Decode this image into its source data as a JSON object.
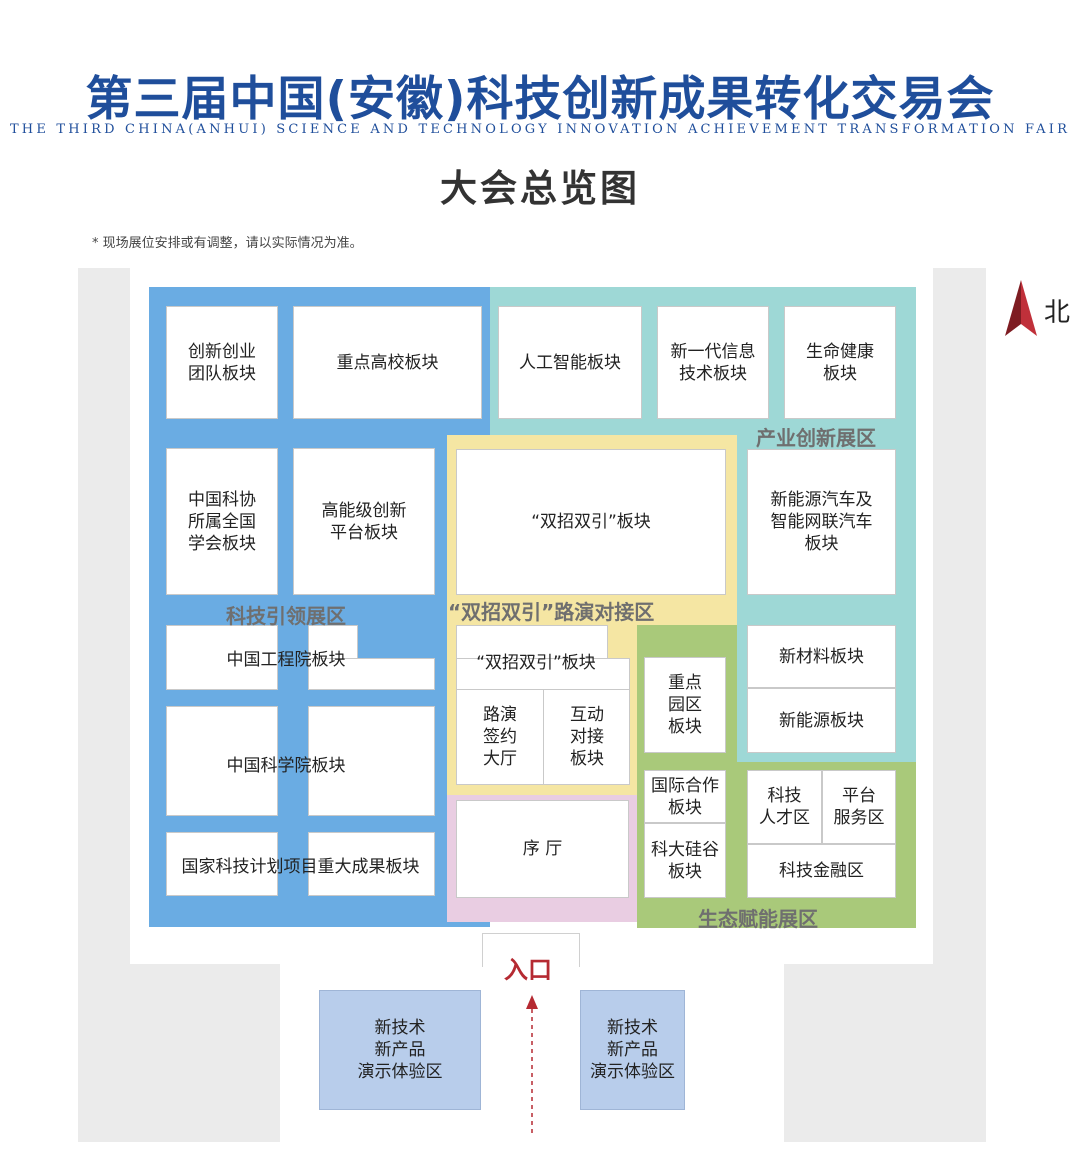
{
  "header": {
    "title": "第三届中国(安徽)科技创新成果转化交易会",
    "subtitle": "THE THIRD CHINA(ANHUI) SCIENCE AND TECHNOLOGY INNOVATION ACHIEVEMENT TRANSFORMATION FAIR",
    "map_title": "大会总览图",
    "note": "* 现场展位安排或有调整，请以实际情况为准。"
  },
  "compass": {
    "label": "北",
    "icon": "north-arrow-icon"
  },
  "colors": {
    "blue_zone": "#6aace3",
    "teal_zone": "#9ed8d6",
    "yellow_zone": "#f5e6a3",
    "pink_zone": "#e9cde2",
    "green_zone": "#a9c97a",
    "demo_area": "#b8cdeb",
    "title": "#1f4e9b",
    "entrance": "#b52a32"
  },
  "zones": {
    "tech_lead": "科技引领展区",
    "industry_innovation": "产业创新展区",
    "roadshow": "“双招双引”路演对接区",
    "ecosystem": "生态赋能展区"
  },
  "blocks": {
    "startup_teams": "创新创业\n团队板块",
    "key_universities": "重点高校板块",
    "ai": "人工智能板块",
    "next_gen_it": "新一代信息\n技术板块",
    "life_health": "生命健康\n板块",
    "cast_societies": "中国科协\n所属全国\n学会板块",
    "high_level_platform": "高能级创新\n平台板块",
    "shuangzhao_main": "“双招双引”板块",
    "nev": "新能源汽车及\n智能网联汽车\n板块",
    "cae": "中国工程院板块",
    "shuangzhao_small": "“双招双引”板块",
    "roadshow_hall": "路演\n签约\n大厅",
    "interactive": "互动\n对接\n板块",
    "key_park": "重点\n园区\n板块",
    "new_materials": "新材料板块",
    "new_energy": "新能源板块",
    "cas": "中国科学院板块",
    "intl_coop": "国际合作\n板块",
    "tech_talent": "科技\n人才区",
    "platform_service": "平台\n服务区",
    "silicon_valley": "科大硅谷\n板块",
    "tech_finance": "科技金融区",
    "national_projects": "国家科技计划项目重大成果板块",
    "lobby": "序  厅"
  },
  "entrance": {
    "label": "入口"
  },
  "demo_areas": {
    "left": "新技术\n新产品\n演示体验区",
    "right": "新技术\n新产品\n演示体验区"
  }
}
